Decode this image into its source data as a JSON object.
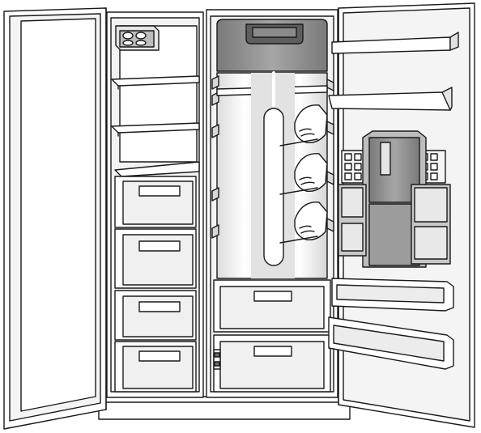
{
  "diagram": {
    "subject": "side-by-side-refrigerator-open",
    "colors": {
      "outline": "#1a1a1a",
      "fill_white": "#ffffff",
      "fill_light": "#ececec",
      "fill_mid": "#c9c9c9",
      "fill_dark": "#8e8e8e",
      "fill_darker": "#6f6f6f",
      "shadow": "#d8d8d8"
    },
    "freezer": {
      "shelves": 3,
      "drawers": 4
    },
    "fridge": {
      "shelf_supports": 3,
      "crispers": 2,
      "door_shelves": 4
    }
  }
}
